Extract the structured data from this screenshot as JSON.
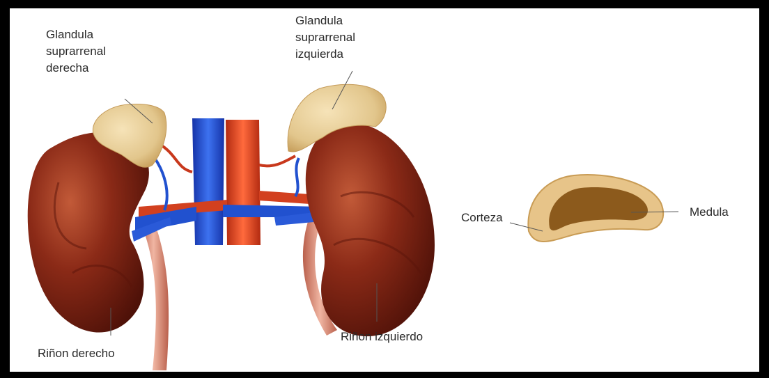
{
  "labels": {
    "right_adrenal": [
      "Glandula",
      "suprarrenal",
      "derecha"
    ],
    "left_adrenal": [
      "Glandula",
      "suprarrenal",
      "izquierda"
    ],
    "right_kidney": "Riñon derecho",
    "left_kidney": "Riñon izquierdo",
    "cortex": "Corteza",
    "medulla": "Medula"
  },
  "colors": {
    "kidney": "#8b2a17",
    "kidney_highlight": "#b5452a",
    "kidney_shadow": "#5a140a",
    "adrenal": "#e9cf96",
    "vena_cava": "#1f4fd0",
    "aorta": "#e0411f",
    "ureter": "#d98a77",
    "medulla": "#8c5a1c",
    "cortex": "#e7c489",
    "leader_line": "#555555"
  }
}
